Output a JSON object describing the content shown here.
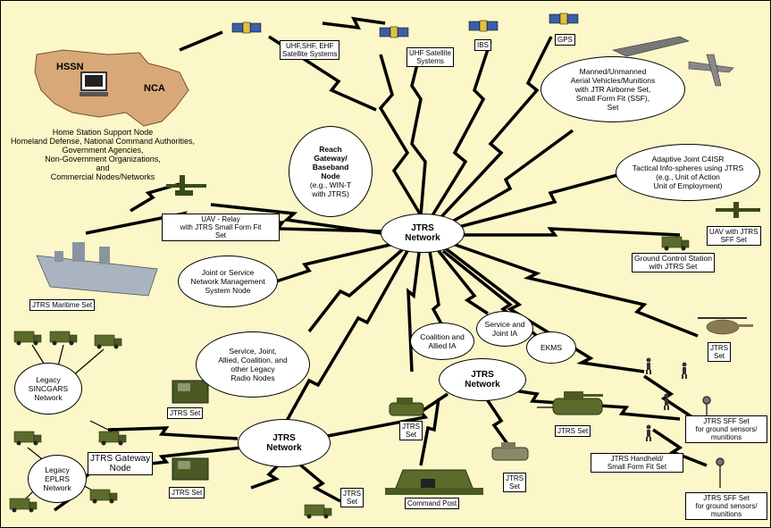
{
  "home_node": {
    "hssn": "HSSN",
    "nca": "NCA",
    "description": [
      "Home Station Support Node",
      "Homeland Defense, National Command Authorities,",
      "Government Agencies,",
      "Non-Government Organizations,",
      "and",
      "Commercial Nodes/Networks"
    ]
  },
  "satellites": {
    "uhf_shf_ehf": [
      "UHF,SHF, EHF",
      "Satellite Systems"
    ],
    "uhf": [
      "UHF Satellite",
      "Systems"
    ],
    "ibs": "IBS",
    "gps": "GPS"
  },
  "clouds": {
    "reach": [
      "Reach",
      "Gateway/",
      "Baseband",
      "Node",
      "(e.g., WIN-T",
      "with JTRS)"
    ],
    "jtrs_main": [
      "JTRS",
      "Network"
    ],
    "manned_unmanned": [
      "Manned/Unmanned",
      "Aerial Vehicles/Munitions",
      "with JTR Airborne Set,",
      "Small Form Fit (SSF),",
      "Set"
    ],
    "adaptive": [
      "Adaptive Joint C4ISR",
      "Tactical Info-spheres using JTRS",
      "(e.g., Unit of Action",
      "Unit of Employment)"
    ],
    "network_mgmt": [
      "Joint or Service",
      "Network Management",
      "System Node"
    ],
    "legacy_radio": [
      "Service, Joint,",
      "Allied, Coalition, and",
      "other  Legacy",
      "Radio Nodes"
    ],
    "coalition": [
      "Coalition and",
      "Allied IA"
    ],
    "service_joint": [
      "Service and",
      "Joint IA"
    ],
    "ekms": "EKMS",
    "jtrs_middle": [
      "JTRS",
      "Network"
    ],
    "jtrs_bottom": [
      "JTRS",
      "Network"
    ],
    "legacy_sincgars": [
      "Legacy",
      "SINCGARS",
      "Network"
    ],
    "legacy_eplrs": [
      "Legacy",
      "EPLRS",
      "Network"
    ]
  },
  "boxes": {
    "uav_relay": [
      "UAV - Relay",
      "with JTRS Small Form Fit",
      "Set"
    ],
    "maritime": "JTRS Maritime Set",
    "uav_sff": [
      "UAV with JTRS",
      "SFF Set"
    ],
    "ground_control": [
      "Ground Control Station",
      "with JTRS Set"
    ],
    "jtrs_set_right": [
      "JTRS",
      "Set"
    ],
    "sff_ground_1": [
      "JTRS SFF Set",
      "for ground sensors/",
      "munitions"
    ],
    "jtrs_set_tank": "JTRS Set",
    "handheld": [
      "JTRS Handheld/",
      "Small Form Fit Set"
    ],
    "sff_ground_2": [
      "JTRS SFF Set",
      "for ground sensors/",
      "munitions"
    ],
    "jtrs_set_truck1": "JTRS Set",
    "jtrs_set_truck2": "JTRS Set",
    "gateway": [
      "JTRS Gateway",
      "Node"
    ],
    "jtrs_set_middle": [
      "JTRS",
      "Set"
    ],
    "command_post": "Command Post",
    "jtrs_set_vehicle": [
      "JTRS",
      "Set"
    ],
    "jtrs_set_bottom": [
      "JTRS",
      "Set"
    ]
  },
  "colors": {
    "background": "#fbf7c8",
    "map": "#d9a878",
    "vehicle": "#5b6b2c",
    "link": "#000000"
  }
}
